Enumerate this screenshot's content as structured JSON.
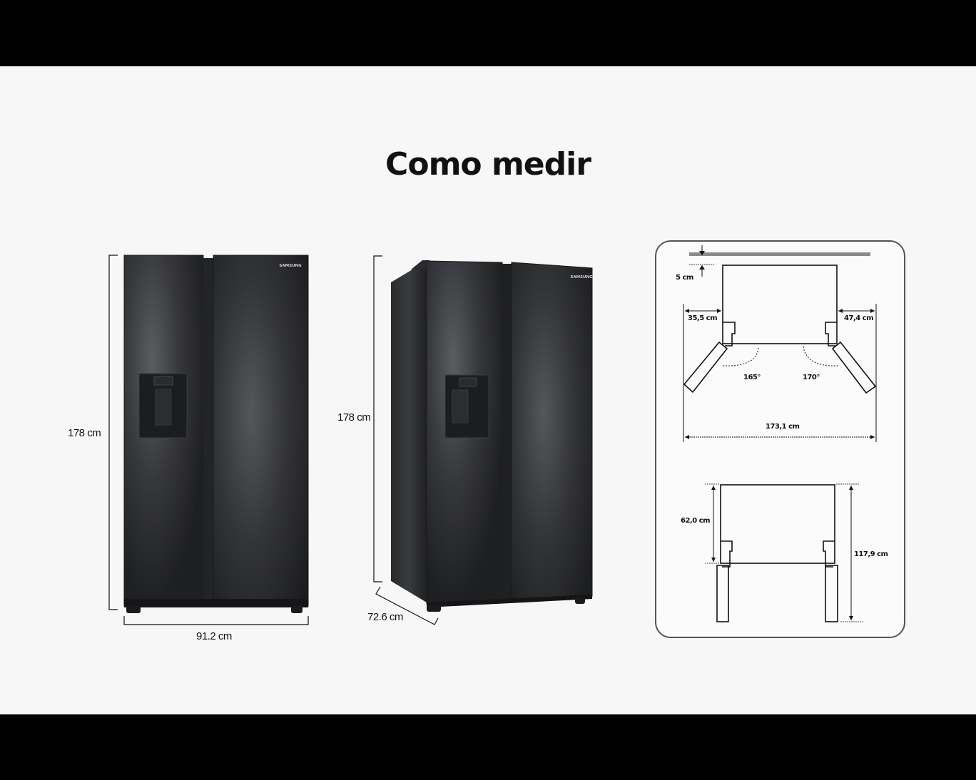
{
  "page": {
    "title": "Como medir"
  },
  "front_view": {
    "brand": "SAMSUNG",
    "height_label": "178 cm",
    "width_label": "91.2 cm"
  },
  "perspective_view": {
    "brand": "SAMSUNG",
    "height_label": "178 cm",
    "depth_label": "72.6 cm"
  },
  "top_view_diagram": {
    "wall_clearance_label": "5 cm",
    "left_door_clearance_label": "35,5 cm",
    "right_door_clearance_label": "47,4 cm",
    "left_door_angle_label": "165°",
    "right_door_angle_label": "170°",
    "total_open_width_label": "173,1 cm"
  },
  "depth_diagram": {
    "body_depth_label": "62,0 cm",
    "total_depth_label": "117,9 cm"
  },
  "colors": {
    "background": "#f7f7f7",
    "letterbox": "#000000",
    "fridge_body": "#2a2b2e",
    "fridge_highlight": "#5a5c60",
    "line": "#111111",
    "panel_border": "#555555"
  }
}
